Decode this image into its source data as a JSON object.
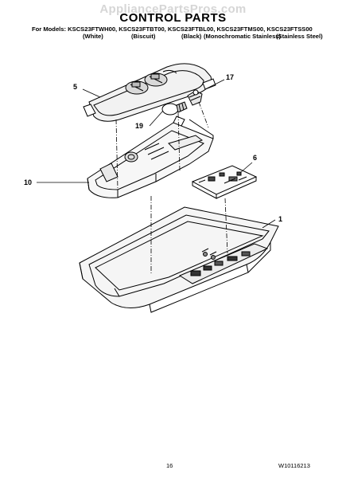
{
  "watermark": "AppliancePartsPros.com",
  "header": {
    "title": "CONTROL PARTS",
    "models_line": "For Models: KSCS23FTWH00, KSCS23FTBT00, KSCS23FTBL00, KSCS23FTMS00, KSCS23FTSS00",
    "variants": [
      "(White)",
      "(Biscuit)",
      "(Black)",
      "(Monochromatic Stainless)",
      "(Stainless Steel)"
    ]
  },
  "callouts": [
    "5",
    "17",
    "19",
    "6",
    "10",
    "1"
  ],
  "footer": {
    "page_number": "16",
    "document_number": "W10116213"
  }
}
